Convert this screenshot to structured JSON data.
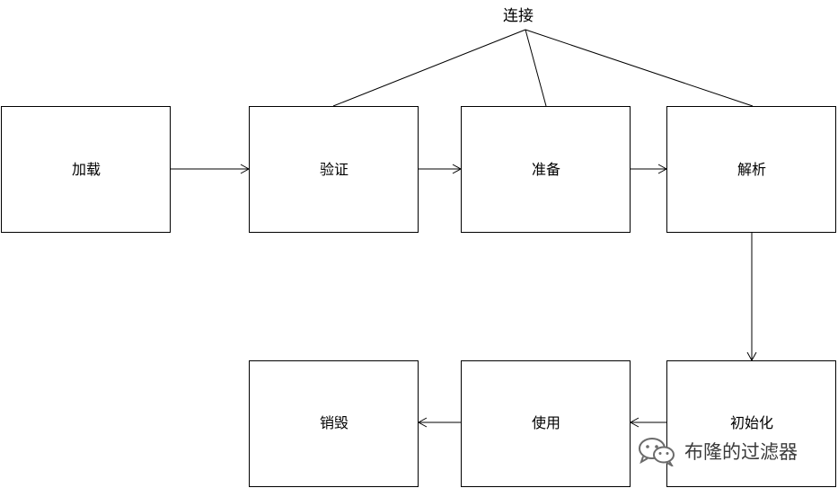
{
  "diagram": {
    "nodes": {
      "load": "加载",
      "verify": "验证",
      "prepare": "准备",
      "resolve": "解析",
      "initialize": "初始化",
      "use": "使用",
      "destroy": "销毁"
    },
    "group_label": "连接"
  },
  "watermark": {
    "text": "布隆的过滤器",
    "icon": "wechat-icon"
  }
}
